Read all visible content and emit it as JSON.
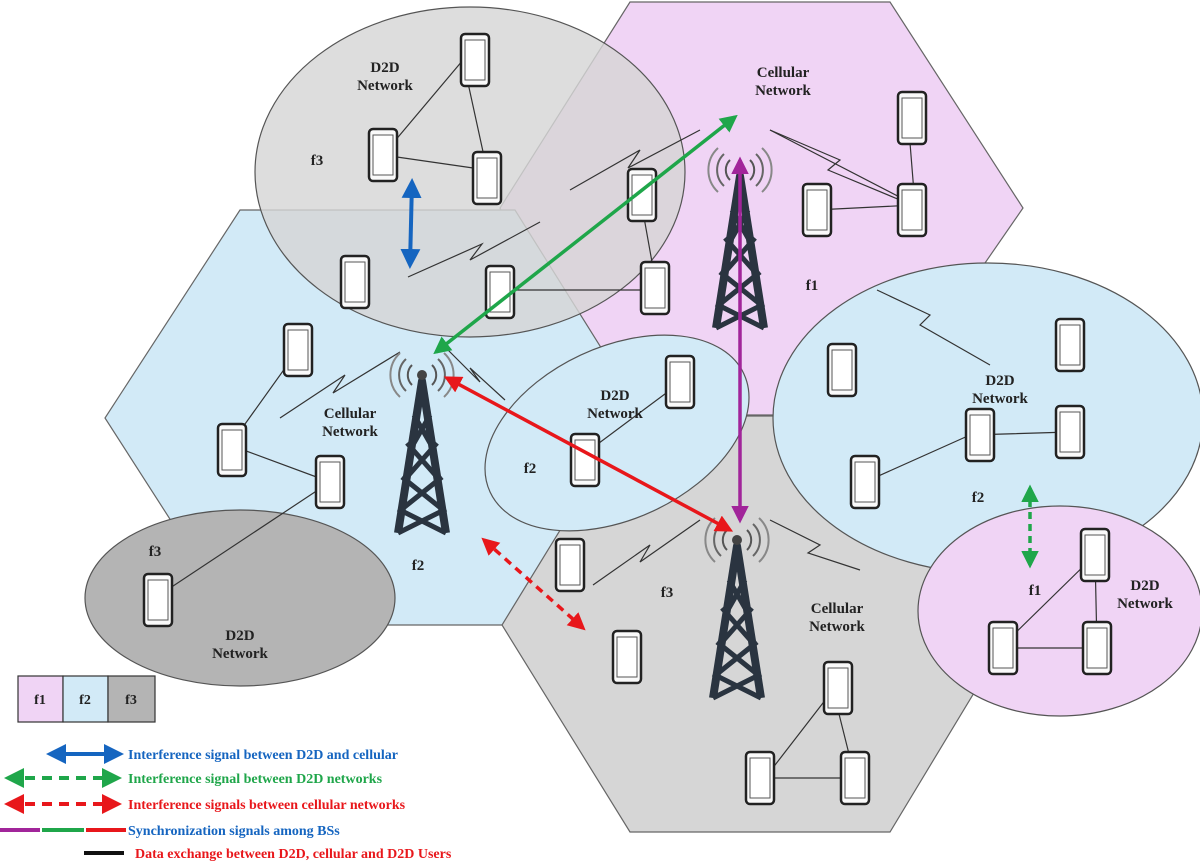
{
  "colors": {
    "f1": "#f0d4f5",
    "f2": "#d2eaf7",
    "f3": "#d6d6d6",
    "f3_dark": "#b4b4b4",
    "interference_d2d_cellular": "#1565c0",
    "interference_d2d_networks": "#1fa64a",
    "interference_cellular": "#e8171b",
    "sync_bs": "#a1259a"
  },
  "cells": {
    "top": {
      "label": "Cellular\nNetwork",
      "freq": "f1"
    },
    "left": {
      "label": "Cellular\nNetwork",
      "freq": "f2"
    },
    "bottom": {
      "label": "Cellular\nNetwork",
      "freq": "f3"
    }
  },
  "d2d_networks": {
    "top_left": {
      "label": "D2D\nNetwork",
      "freq": "f3"
    },
    "center": {
      "label": "D2D\nNetwork",
      "freq": "f2"
    },
    "right": {
      "label": "D2D\nNetwork",
      "freq": "f2"
    },
    "far_right": {
      "label": "D2D\nNetwork",
      "freq": "f1"
    },
    "bottom_left": {
      "label": "D2D\nNetwork",
      "freq": "f3"
    }
  },
  "freq_swatches": [
    "f1",
    "f2",
    "f3"
  ],
  "legend": [
    {
      "key": "d2d_cellular",
      "text": "Interference signal between D2D and cellular",
      "color": "#1565c0"
    },
    {
      "key": "d2d_networks",
      "text": "Interference signal between D2D networks",
      "color": "#1fa64a"
    },
    {
      "key": "cellular",
      "text": "Interference signals between cellular networks",
      "color": "#e8171b"
    },
    {
      "key": "sync",
      "text": "Synchronization signals among BSs",
      "color": "#1565c0"
    },
    {
      "key": "data",
      "text": "Data exchange between D2D, cellular and D2D Users",
      "color": "#e8171b"
    }
  ]
}
